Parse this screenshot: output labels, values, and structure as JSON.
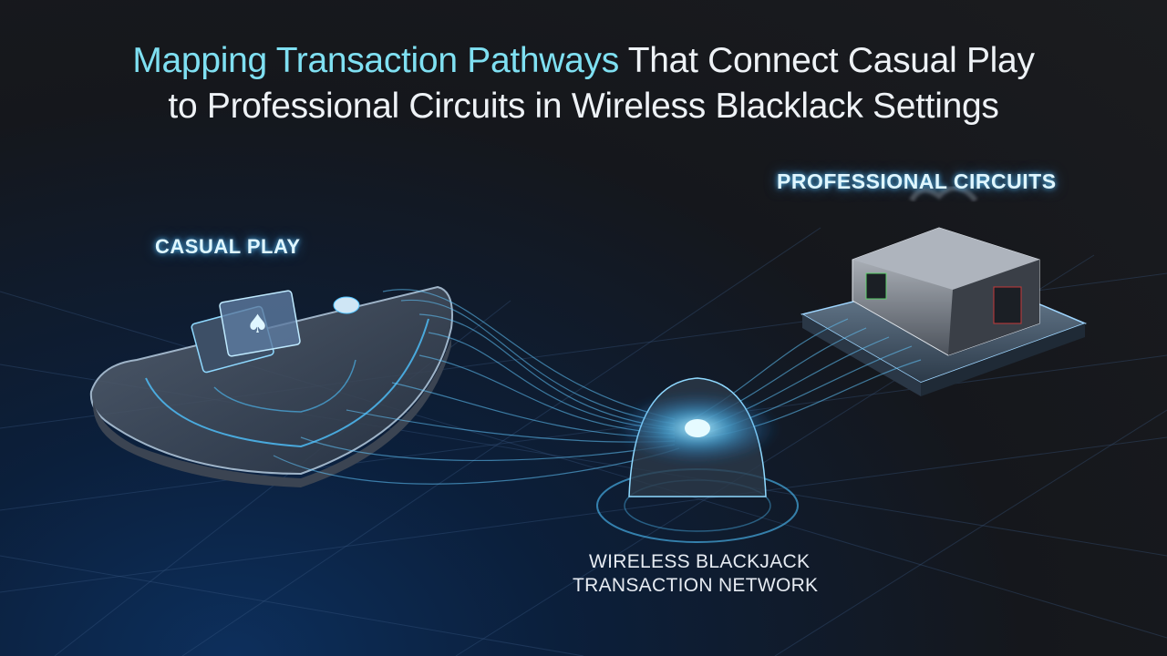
{
  "title": {
    "highlight": "Mapping Transaction Pathways",
    "rest_line1": " That Connect Casual Play",
    "line2": "to Professional Circuits in Wireless Blacklack Settings"
  },
  "labels": {
    "casual": "CASUAL PLAY",
    "professional": "PROFESSIONAL CIRCUITS",
    "network_line1": "WIRELESS BLACKJACK",
    "network_line2": "TRANSACTION NETWORK"
  },
  "colors": {
    "accent": "#7fe0f2",
    "glow": "#4fc3ff",
    "background": "#1b1c1f"
  }
}
